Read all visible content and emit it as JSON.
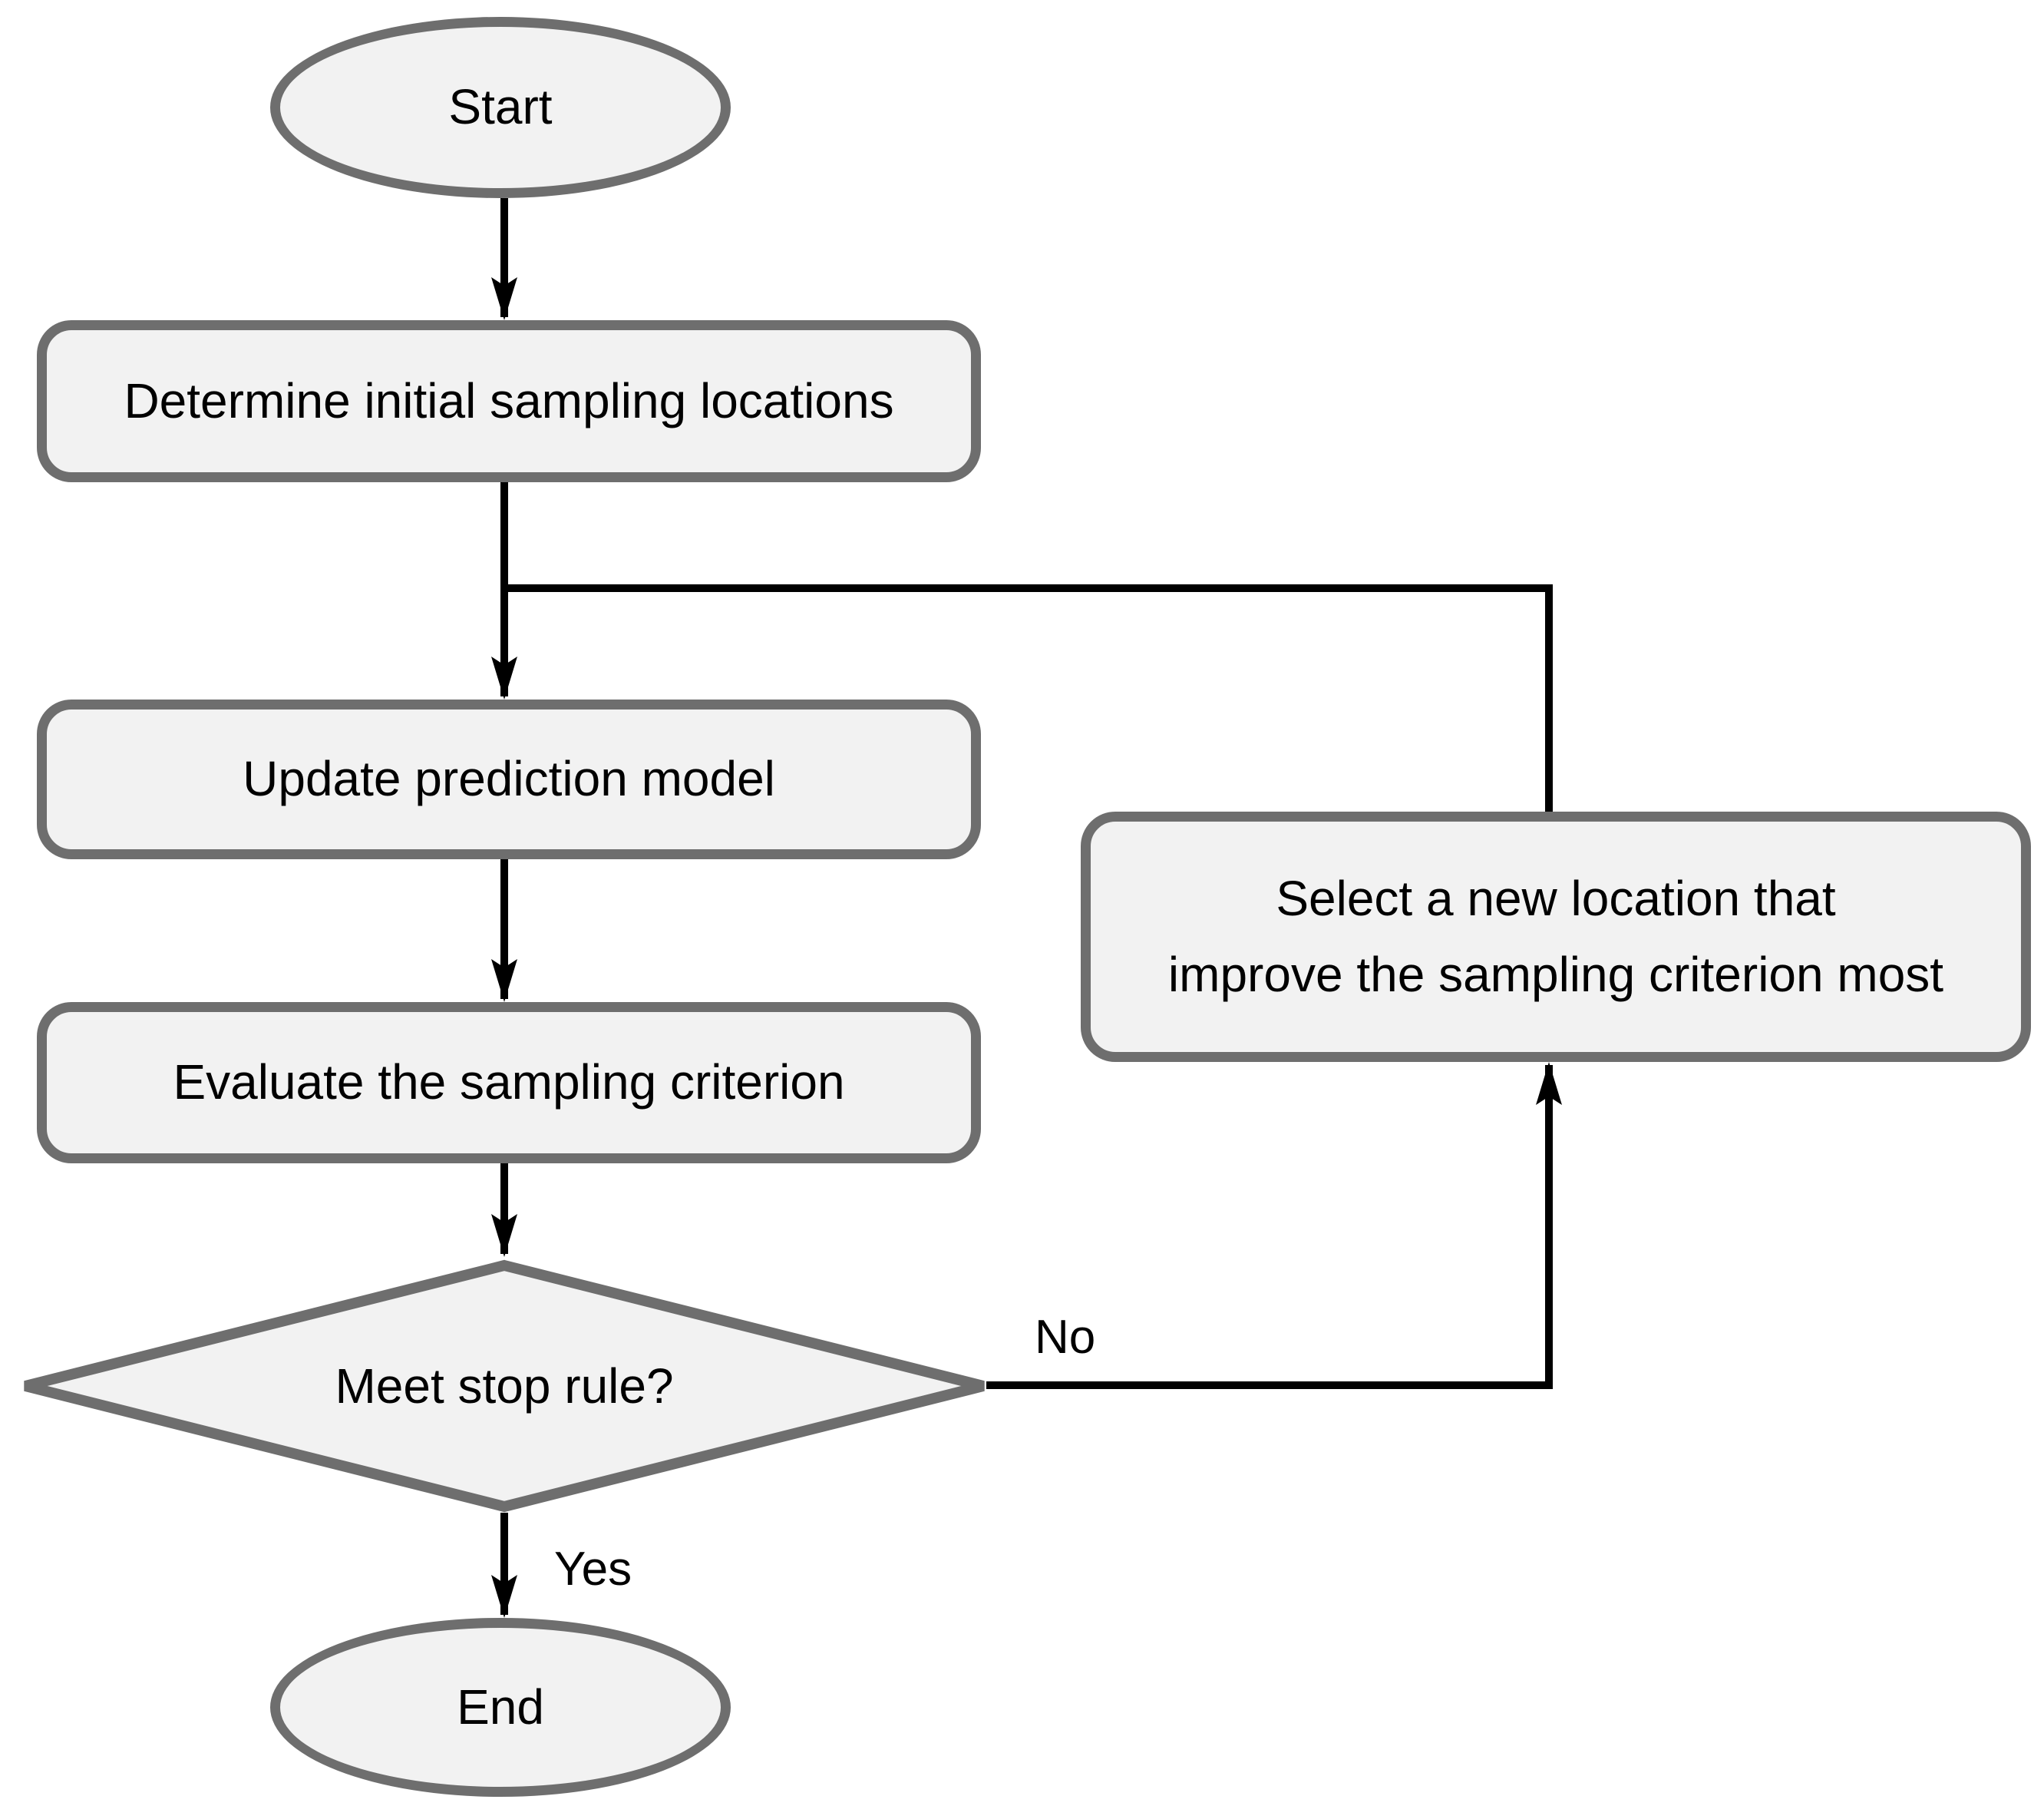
{
  "diagram": {
    "type": "flowchart",
    "colors": {
      "background": "#ffffff",
      "node_fill": "#f2f2f2",
      "node_border": "#6e6e6e",
      "connector": "#000000",
      "text": "#000000"
    },
    "nodes": {
      "start": {
        "shape": "terminator",
        "label": "Start"
      },
      "determine_initial": {
        "shape": "process",
        "label": "Determine initial sampling locations"
      },
      "update_model": {
        "shape": "process",
        "label": "Update prediction model"
      },
      "evaluate_criterion": {
        "shape": "process",
        "label": "Evaluate the sampling criterion"
      },
      "stop_rule": {
        "shape": "decision",
        "label": "Meet stop rule?"
      },
      "select_location": {
        "shape": "process",
        "label_line1": "Select a new location that",
        "label_line2": "improve the sampling criterion most"
      },
      "end": {
        "shape": "terminator",
        "label": "End"
      }
    },
    "edge_labels": {
      "yes": "Yes",
      "no": "No"
    }
  }
}
